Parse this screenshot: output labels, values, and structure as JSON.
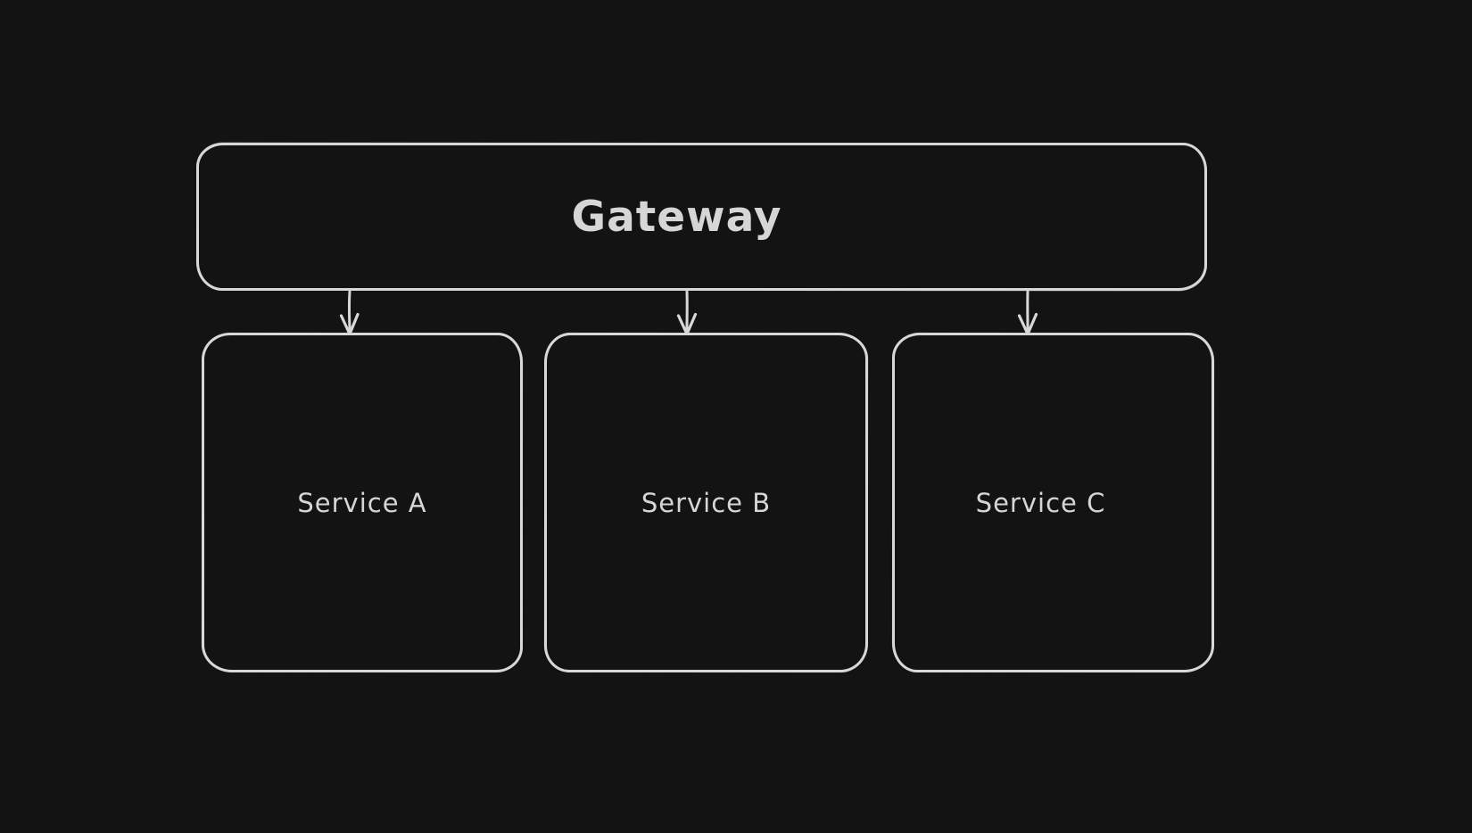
{
  "canvas": {
    "background": "#131313",
    "stroke_color": "#d8d8d8",
    "text_color": "#d6d6d6",
    "style": "hand-drawn-sketch"
  },
  "diagram": {
    "type": "architecture-diagram",
    "nodes": [
      {
        "id": "gateway",
        "label": "Gateway",
        "role": "gateway-box"
      },
      {
        "id": "service-a",
        "label": "Service A",
        "role": "service-box"
      },
      {
        "id": "service-b",
        "label": "Service B",
        "role": "service-box"
      },
      {
        "id": "service-c",
        "label": "Service C",
        "role": "service-box"
      }
    ],
    "edges": [
      {
        "from": "gateway",
        "to": "service-a",
        "direction": "down",
        "arrowhead": "open-v"
      },
      {
        "from": "gateway",
        "to": "service-b",
        "direction": "down",
        "arrowhead": "open-v"
      },
      {
        "from": "gateway",
        "to": "service-c",
        "direction": "down",
        "arrowhead": "open-v"
      }
    ]
  }
}
